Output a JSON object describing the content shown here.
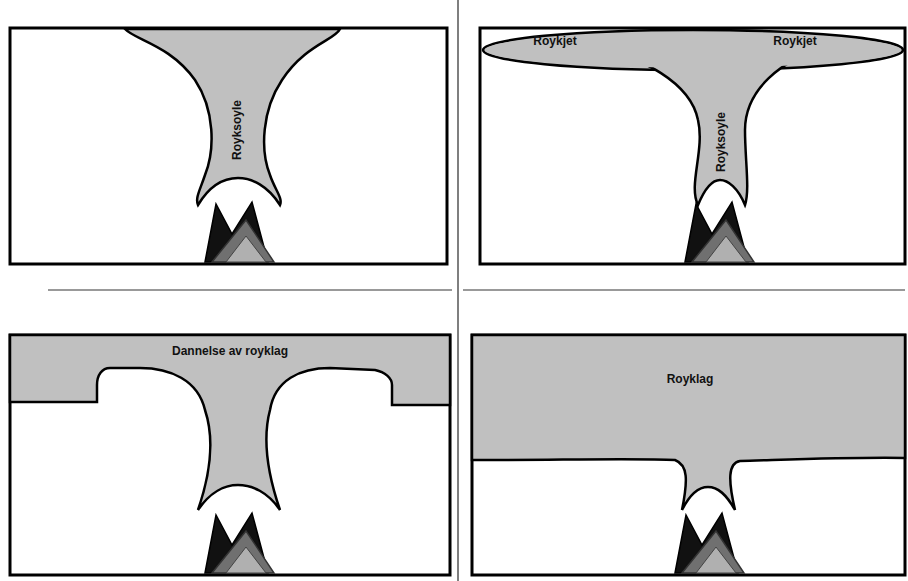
{
  "diagram": {
    "labels": [
      "Royksoyle",
      "Roykjet",
      "Roykjet",
      "Royksoyle",
      "Dannelse av royklag",
      "Royklag"
    ]
  }
}
